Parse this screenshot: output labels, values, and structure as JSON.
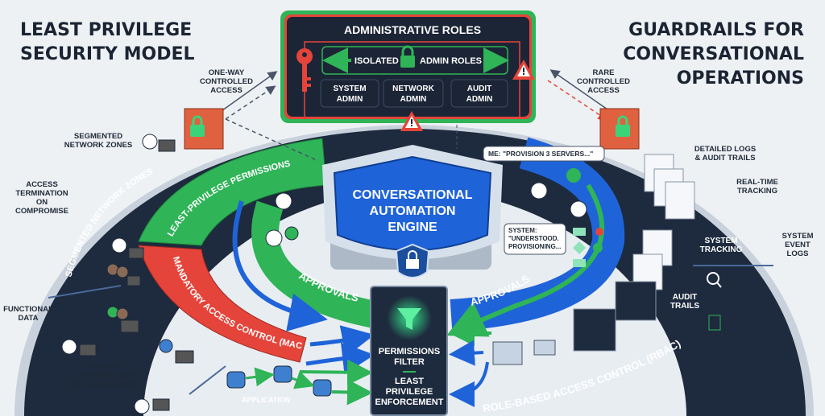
{
  "titles": {
    "left_line1": "LEAST PRIVILEGE",
    "left_line2": "SECURITY MODEL",
    "right_line1": "GUARDRAILS FOR",
    "right_line2": "CONVERSATIONAL",
    "right_line3": "OPERATIONS"
  },
  "admin": {
    "title": "ADMINISTRATIVE ROLES",
    "isolated": "ISOLATED",
    "admin_roles": "ADMIN ROLES",
    "roles": [
      [
        "SYSTEM",
        "ADMIN"
      ],
      [
        "NETWORK",
        "ADMIN"
      ],
      [
        "AUDIT",
        "ADMIN"
      ]
    ]
  },
  "access": {
    "one_way": [
      "ONE-WAY",
      "CONTROLLED",
      "ACCESS"
    ],
    "rare": [
      "RARE",
      "CONTROLLED",
      "ACCESS"
    ]
  },
  "rings": {
    "segmented": "SEGMENTED NETWORK ZONES",
    "least_priv": "LEAST-PRIVILEGE PERMISSIONS",
    "mac": "MANDATORY ACCESS CONTROL (MAC)",
    "approvals_left": "APPROVALS",
    "approvals_right": "APPROVALS",
    "rbac": "ROLE-BASED ACCESS CONTROL (RBAC)"
  },
  "engine": {
    "line1": "CONVERSATIONAL",
    "line2": "AUTOMATION",
    "line3": "ENGINE"
  },
  "filter": {
    "line1": "PERMISSIONS",
    "line2": "FILTER",
    "line3": "LEAST",
    "line4": "PRIVILEGE",
    "line5": "ENFORCEMENT"
  },
  "bubbles": {
    "user": "ME: \"PROVISION 3 SERVERS...\"",
    "system1": "SYSTEM:",
    "system2": "\"UNDERSTOOD.",
    "system3": "PROVISIONING..."
  },
  "left_labels": {
    "segmented": [
      "SEGMENTED",
      "NETWORK ZONES"
    ],
    "termination1": [
      "ACCESS",
      "TERMINATION",
      "ON",
      "COMPROMISE"
    ],
    "functional": [
      "FUNCTIONAL",
      "DATA"
    ],
    "termination2": [
      "ACCESS",
      "TERMINATION",
      "ON COMPROMISE"
    ],
    "application": "APPLICATION"
  },
  "right_labels": {
    "detailed": [
      "DETAILED LOGS",
      "& AUDIT TRAILS"
    ],
    "realtime": [
      "REAL-TIME",
      "TRACKING"
    ],
    "system_tracking": [
      "SYSTEM",
      "TRACKING"
    ],
    "system_event": [
      "SYSTEM",
      "EVENT",
      "LOGS"
    ],
    "audit": [
      "AUDIT",
      "TRAILS"
    ]
  },
  "colors": {
    "dark": "#1e2a3d",
    "green": "#2fb457",
    "red": "#e5443a",
    "blue": "#1f63d8",
    "bg": "#eef1f4"
  }
}
